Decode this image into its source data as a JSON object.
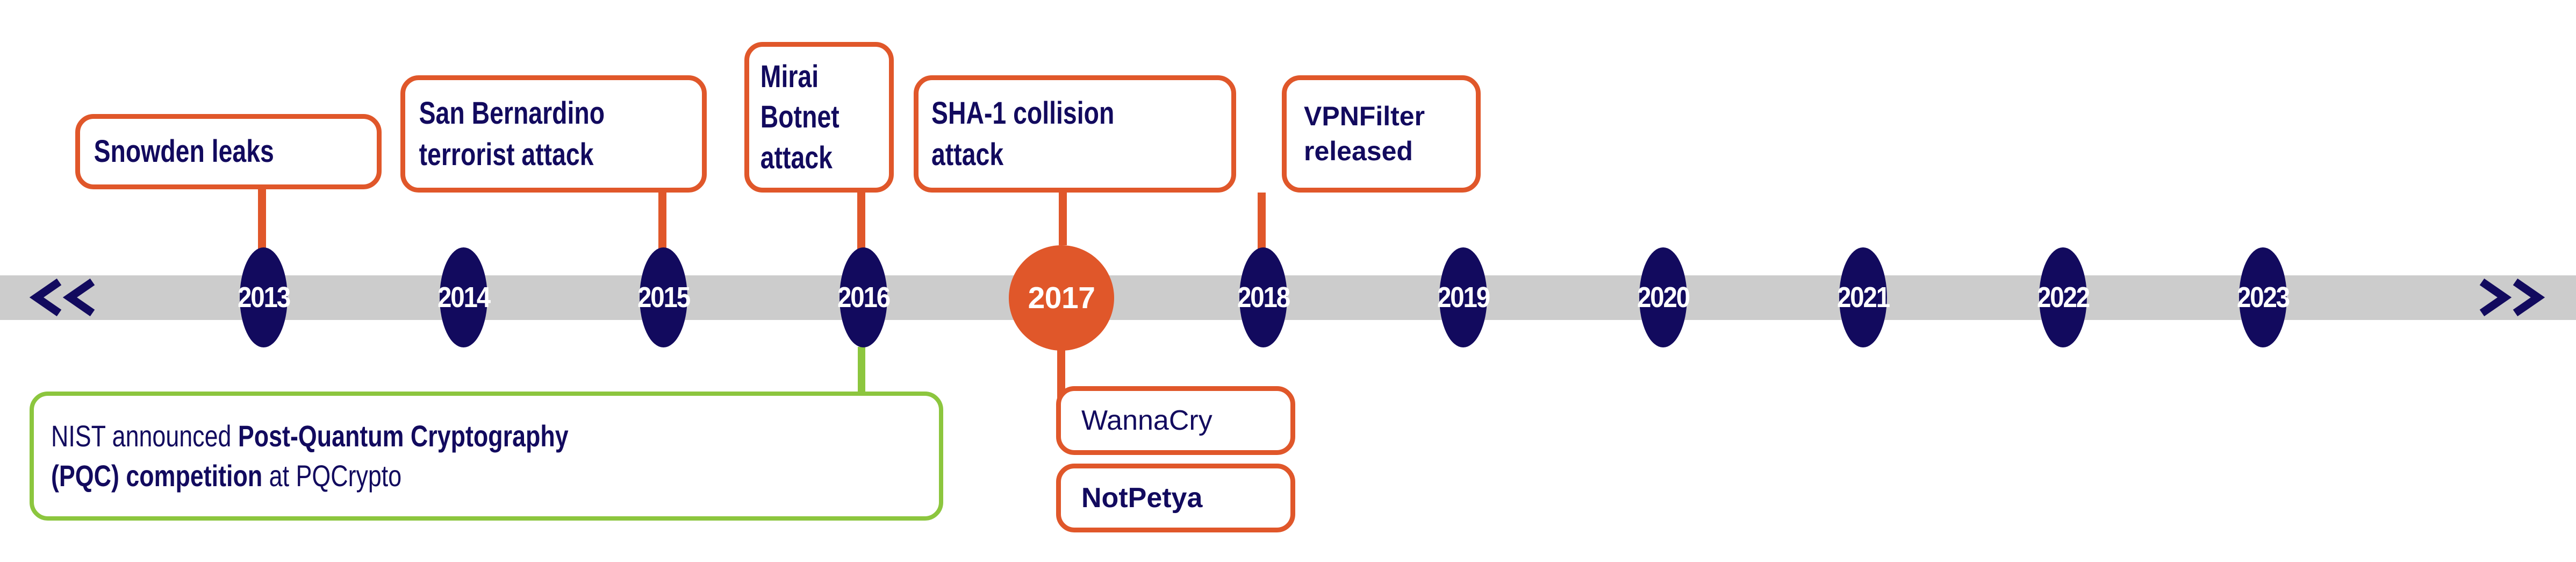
{
  "timeline": {
    "rail_color": "#cccccc",
    "accent_orange": "#e0572a",
    "accent_navy": "#120a5e",
    "accent_green": "#8cc63e",
    "prev_label": "<<",
    "next_label": ">>",
    "years": [
      {
        "label": "2013",
        "state": "normal"
      },
      {
        "label": "2014",
        "state": "normal"
      },
      {
        "label": "2015",
        "state": "normal"
      },
      {
        "label": "2016",
        "state": "normal"
      },
      {
        "label": "2017",
        "state": "active"
      },
      {
        "label": "2018",
        "state": "normal"
      },
      {
        "label": "2019",
        "state": "normal"
      },
      {
        "label": "2020",
        "state": "normal"
      },
      {
        "label": "2021",
        "state": "normal"
      },
      {
        "label": "2022",
        "state": "normal"
      },
      {
        "label": "2023",
        "state": "normal"
      }
    ]
  },
  "events_above": {
    "snowden": {
      "year": "2013",
      "line1": "Snowden leaks"
    },
    "san_bernardino": {
      "year": "2015",
      "line1": "San Bernardino",
      "line2": "terrorist attack"
    },
    "mirai": {
      "year": "2016",
      "line1": "Mirai",
      "line2": "Botnet",
      "line3": "attack"
    },
    "sha1": {
      "year": "2017",
      "line1": "SHA-1 collision",
      "line2": "attack"
    },
    "vpnfilter": {
      "year": "2018",
      "line1": "VPNFilter",
      "line2": "released"
    }
  },
  "events_below": {
    "nist": {
      "year": "2016",
      "line1_pre": "NIST announced ",
      "line1_bold": "Post-Quantum Cryptography",
      "line2_bold": "(PQC) competition",
      "line2_post": " at PQCrypto"
    },
    "wannacry": {
      "year": "2017",
      "line1": "WannaCry"
    },
    "notpetya": {
      "year": "2017",
      "line1": "NotPetya"
    }
  }
}
